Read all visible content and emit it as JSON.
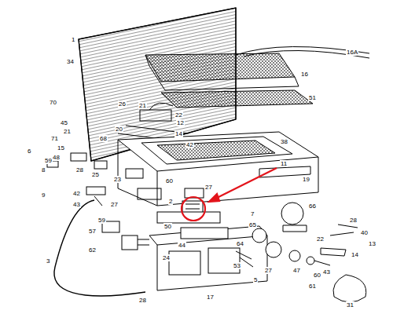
{
  "diagram": {
    "labels": [
      "1",
      "34",
      "16A",
      "16",
      "51",
      "70",
      "26",
      "21",
      "22",
      "12",
      "14",
      "42",
      "45",
      "21",
      "71",
      "15",
      "68",
      "48",
      "38",
      "6",
      "59",
      "20",
      "11",
      "8",
      "28",
      "25",
      "23",
      "19",
      "9",
      "42",
      "27",
      "60",
      "27",
      "43",
      "2",
      "66",
      "50",
      "3",
      "57",
      "59",
      "62",
      "28",
      "24",
      "44",
      "53",
      "64",
      "17",
      "65",
      "7",
      "22",
      "28",
      "40",
      "13",
      "14",
      "43",
      "47",
      "60",
      "61",
      "31",
      "27",
      "5"
    ]
  }
}
